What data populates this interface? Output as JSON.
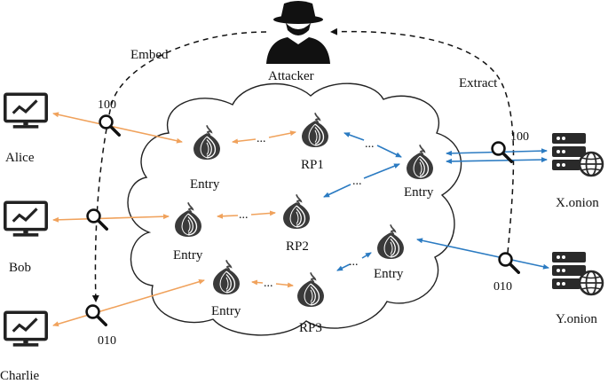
{
  "labels": {
    "attacker": "Attacker",
    "embed": "Embed",
    "extract": "Extract",
    "alice": "Alice",
    "bob": "Bob",
    "charlie": "Charlie",
    "x_onion": "X.onion",
    "y_onion": "Y.onion",
    "rp1": "RP1",
    "rp2": "RP2",
    "rp3": "RP3",
    "entry": "Entry",
    "code_alice": "100",
    "code_x": "100",
    "code_charlie": "010",
    "code_y": "010",
    "ellipsis": "..."
  },
  "colors": {
    "client_link": "#f0a25c",
    "service_link": "#2b7bc2",
    "dark": "#222222",
    "node_fill": "#444444"
  },
  "icons": {
    "attacker": "spy-icon",
    "client": "monitor-icon",
    "server": "server-globe-icon",
    "relay": "tor-onion-icon",
    "probe": "magnifier-icon"
  }
}
